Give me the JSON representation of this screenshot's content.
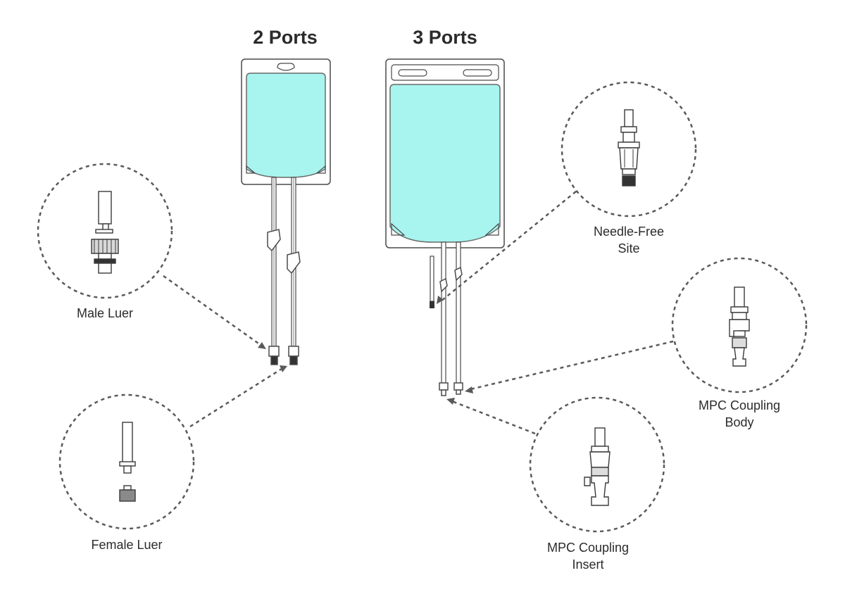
{
  "titles": {
    "two_ports": "2 Ports",
    "three_ports": "3 Ports"
  },
  "labels": {
    "male_luer": "Male Luer",
    "female_luer": "Female Luer",
    "needle_free_line1": "Needle-Free",
    "needle_free_line2": "Site",
    "mpc_body_line1": "MPC Coupling",
    "mpc_body_line2": "Body",
    "mpc_insert_line1": "MPC Coupling",
    "mpc_insert_line2": "Insert"
  },
  "colors": {
    "fluid": "#a8f4ee",
    "line": "#4a4a4a",
    "dash": "#5a5a5a",
    "text": "#2b2b2b"
  }
}
